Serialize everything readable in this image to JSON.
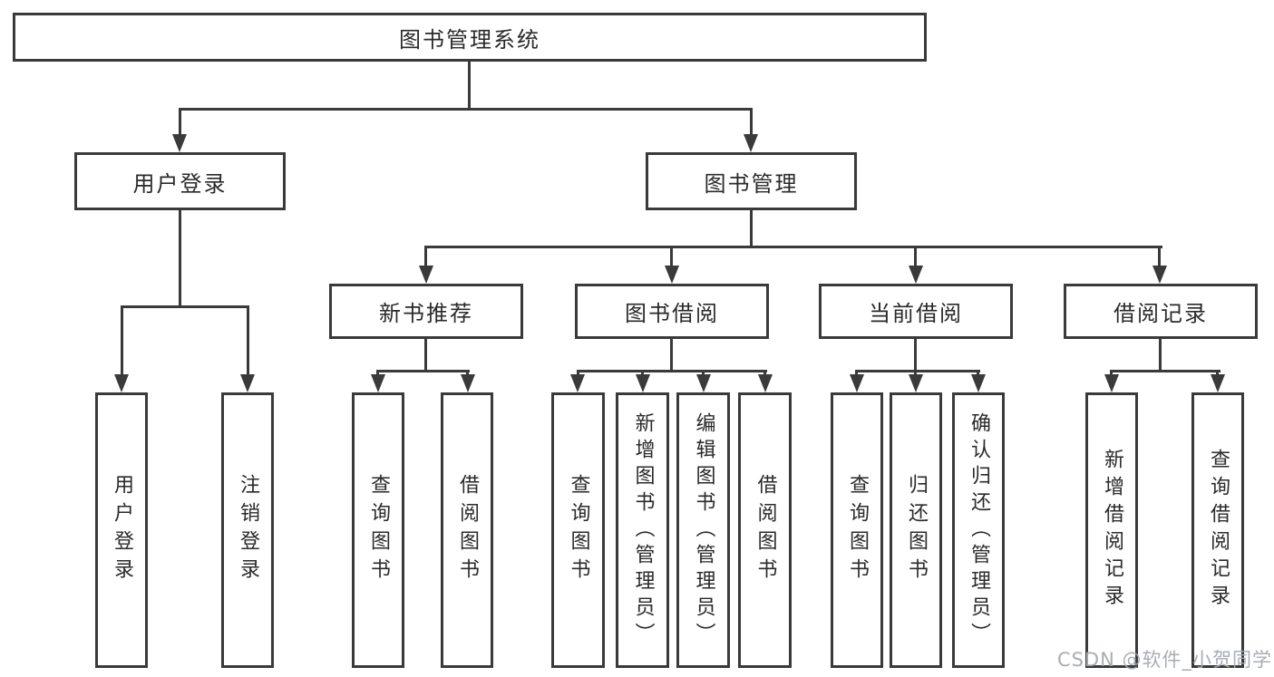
{
  "diagram_type": "hierarchy-tree",
  "tree": {
    "label": "图书管理系统",
    "children": [
      {
        "label": "用户登录",
        "children": [
          {
            "label": "用户登录"
          },
          {
            "label": "注销登录"
          }
        ]
      },
      {
        "label": "图书管理",
        "children": [
          {
            "label": "新书推荐",
            "children": [
              {
                "label": "查询图书"
              },
              {
                "label": "借阅图书"
              }
            ]
          },
          {
            "label": "图书借阅",
            "children": [
              {
                "label": "查询图书"
              },
              {
                "label": "新增图书（管理员）"
              },
              {
                "label": "编辑图书（管理员）"
              },
              {
                "label": "借阅图书"
              }
            ]
          },
          {
            "label": "当前借阅",
            "children": [
              {
                "label": "查询图书"
              },
              {
                "label": "归还图书"
              },
              {
                "label": "确认归还（管理员）"
              }
            ]
          },
          {
            "label": "借阅记录",
            "children": [
              {
                "label": "新增借阅记录"
              },
              {
                "label": "查询借阅记录"
              }
            ]
          }
        ]
      }
    ]
  },
  "watermark": {
    "text": "CSDN @软件_小贺同学"
  },
  "colors": {
    "line": "#3a3a3a",
    "text": "#2a2a2a",
    "background": "#ffffff",
    "watermark": "#a4a9b1"
  }
}
